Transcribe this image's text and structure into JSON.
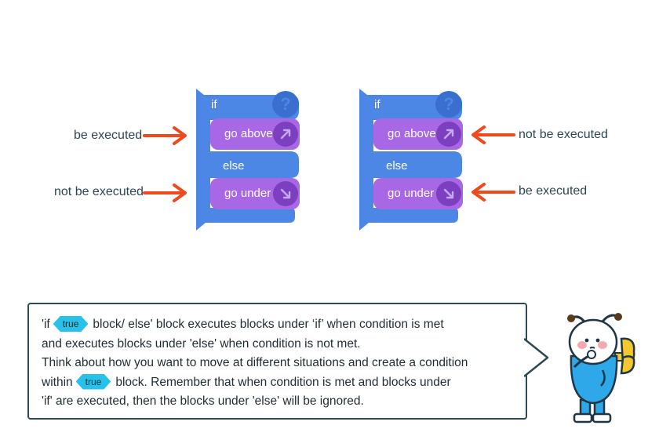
{
  "left": {
    "labels": {
      "top": "be executed",
      "bottom": "not be executed"
    },
    "block": {
      "if": "if",
      "help": "?",
      "above": "go above",
      "else": "else",
      "under": "go under"
    }
  },
  "right": {
    "labels": {
      "top": "not be executed",
      "bottom": "be executed"
    },
    "block": {
      "if": "if",
      "help": "?",
      "above": "go above",
      "else": "else",
      "under": "go under"
    }
  },
  "dialog": {
    "l1a": "'if",
    "pill1": "true",
    "l1b": "block/ else' block executes blocks under ‘if’ when condition is met",
    "l2": "and executes blocks under 'else' when condition is not met.",
    "l3": "Think about how you want to move at different situations and create a condition",
    "l4a": "within",
    "pill2": "true",
    "l4b": "block. Remember that when condition is met and blocks under",
    "l5": "'if' are executed, then the blocks under 'else' will be ignored."
  },
  "colors": {
    "block_blue": "#4d87e6",
    "inner_purple": "#a868e6",
    "arrow_orange": "#ee4a1e",
    "pill_cyan": "#27c1ea"
  }
}
